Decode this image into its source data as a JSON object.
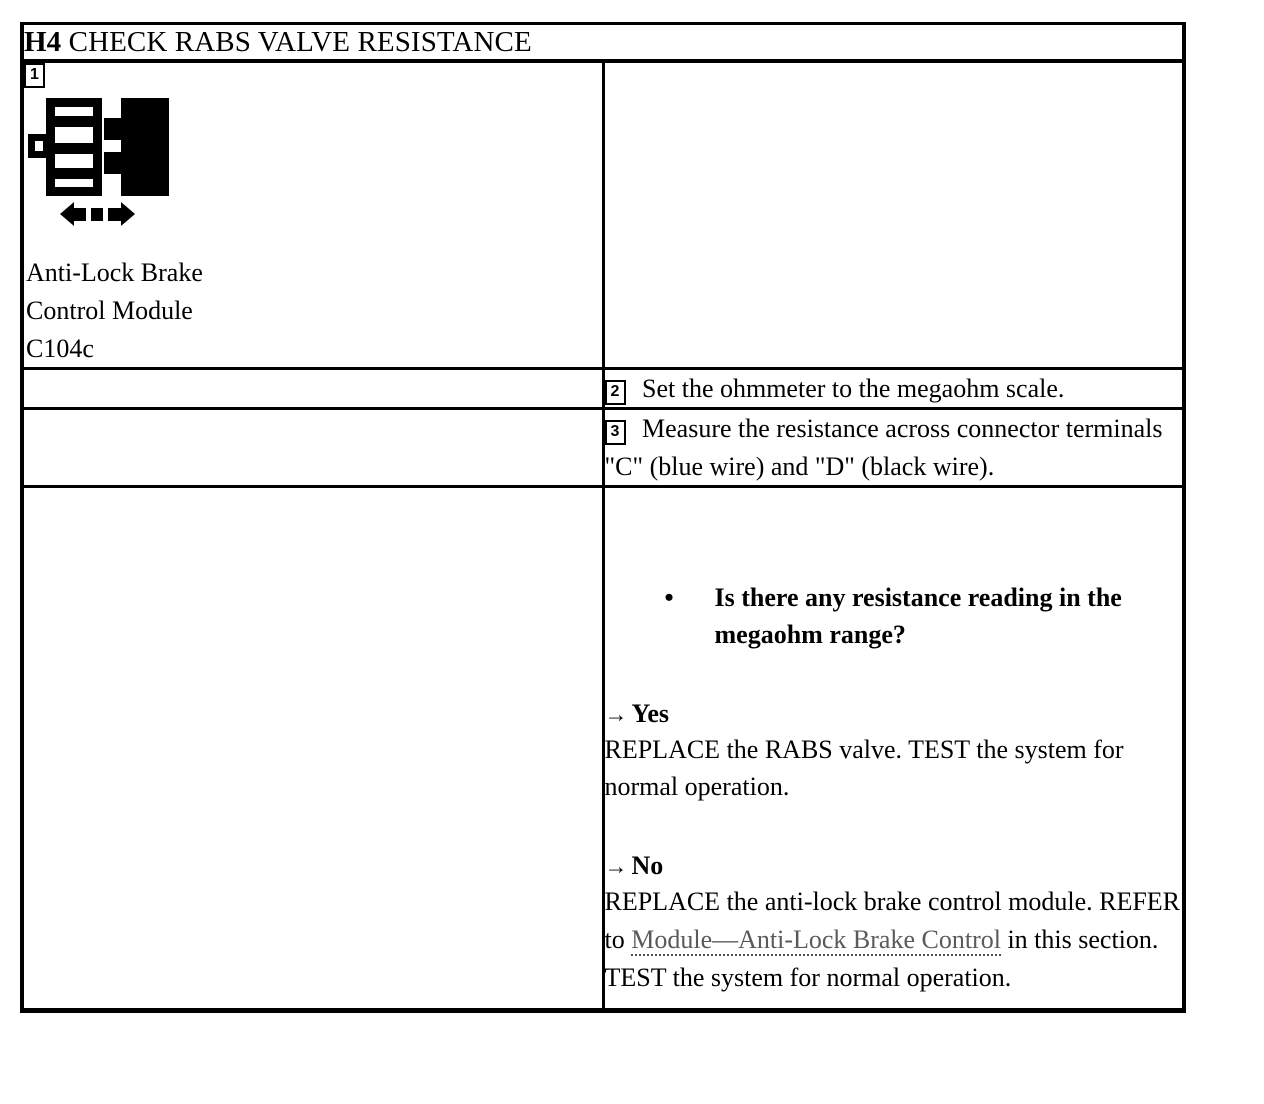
{
  "header": {
    "code": "H4",
    "title": "CHECK RABS VALVE RESISTANCE"
  },
  "connector": {
    "step_number": "1",
    "icon": "connector-disconnect-icon",
    "label_line1": "Anti-Lock Brake",
    "label_line2": "Control Module",
    "label_line3": "C104c"
  },
  "steps": [
    {
      "number": "2",
      "text": "Set the ohmmeter to the megaohm scale."
    },
    {
      "number": "3",
      "text": "Measure the resistance across connector terminals \"C\" (blue wire) and \"D\" (black wire)."
    }
  ],
  "question": {
    "bullet": "•",
    "text": "Is there any resistance reading in the megaohm range?"
  },
  "branches": [
    {
      "arrow": "→",
      "label": "Yes",
      "body_before_link": "REPLACE the RABS valve. TEST the system for normal operation.",
      "link": "",
      "body_after_link": ""
    },
    {
      "arrow": "→",
      "label": "No",
      "body_before_link": "REPLACE the anti-lock brake control module. REFER to ",
      "link": "Module—Anti-Lock Brake Control",
      "body_after_link": " in this section. TEST the system for normal operation."
    }
  ],
  "colors": {
    "border": "#000000",
    "text": "#000000",
    "link": "#5a5a5a",
    "background": "#ffffff"
  }
}
